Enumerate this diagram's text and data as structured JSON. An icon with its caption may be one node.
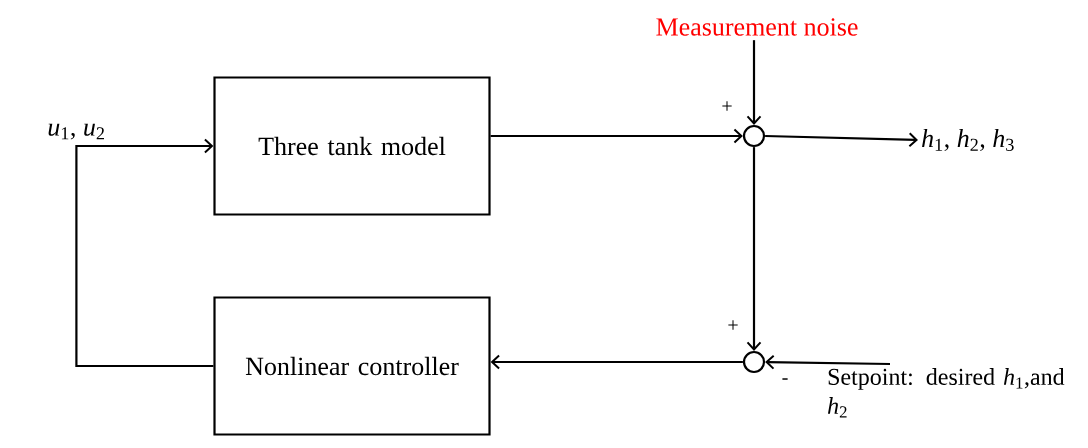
{
  "diagram": {
    "nodes": [
      {
        "text": [
          "Measurement noise"
        ]
      },
      {
        "text": [
          "Three tank model"
        ]
      },
      {
        "text": [],
        "shape": "circle"
      },
      {
        "text": [
          "*h*$_{1}$, *h*$_{2}$, *h*$_{3}$"
        ]
      },
      {
        "text": [
          "Nonlinear controller"
        ]
      },
      {
        "text": [],
        "shape": "circle"
      },
      {
        "text": [
          "Setpoint: desired *h*$_{1}$,and *h*$_{2}$"
        ]
      }
    ],
    "edges": [
      {
        "from": 1,
        "to": 2,
        "arrow": "to"
      },
      {
        "from": 0,
        "to": 2,
        "arrow": "to"
      },
      {
        "from": 2,
        "to": 3,
        "arrow": "to"
      },
      {
        "from": 2,
        "to": 5,
        "arrow": "to"
      },
      {
        "from": 6,
        "to": 5,
        "arrow": "to"
      },
      {
        "from": 5,
        "to": 4,
        "arrow": "to"
      },
      {
        "from": 4,
        "to": 1,
        "arrow": "to",
        "label": "*u*$_{1}$, *u*$_{2}$"
      }
    ],
    "labels": [
      "+",
      "+",
      "-"
    ]
  }
}
